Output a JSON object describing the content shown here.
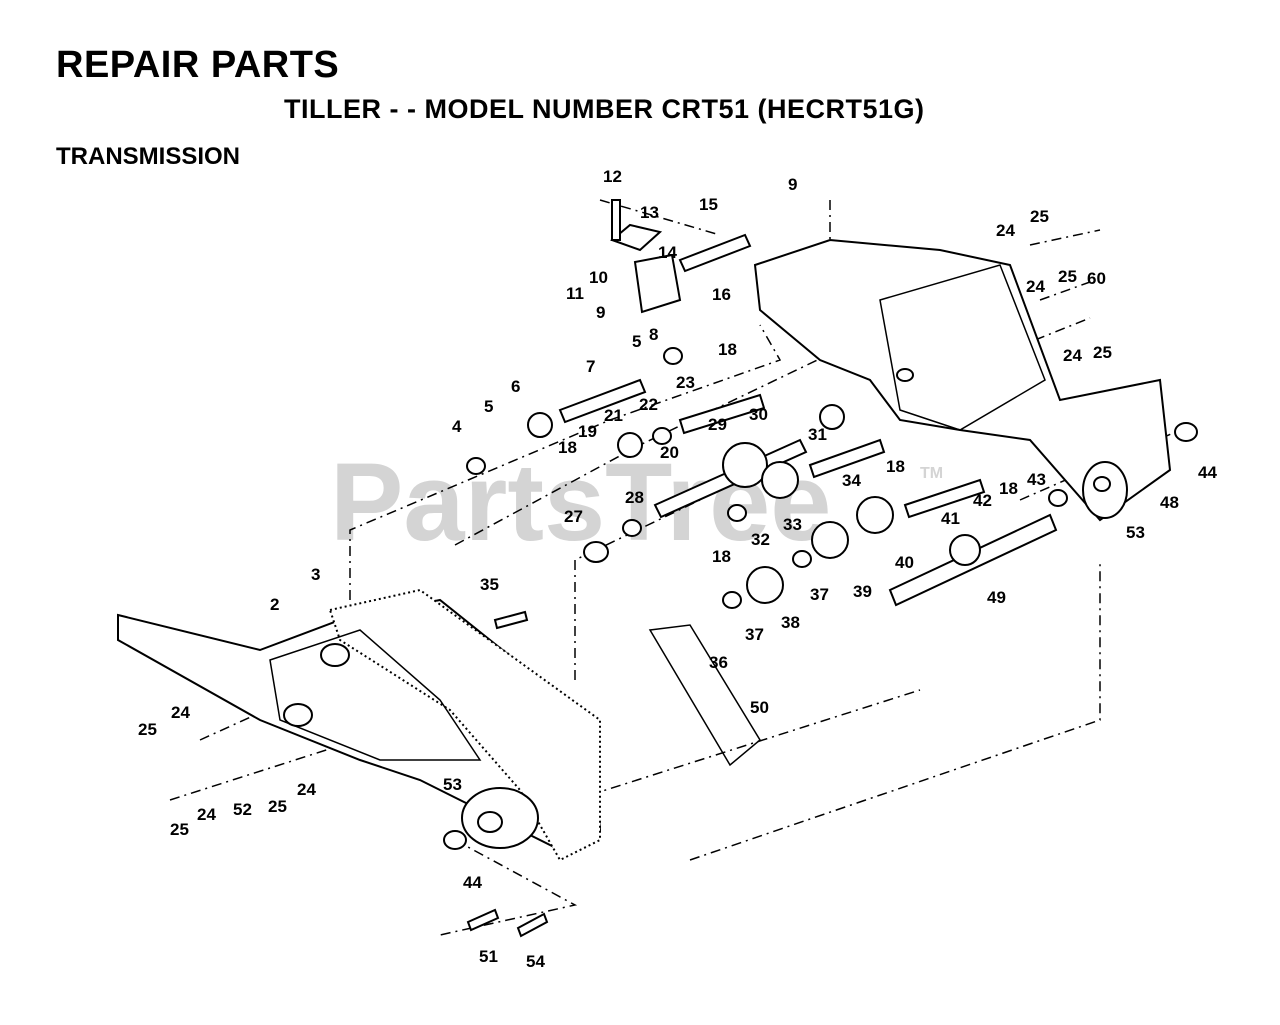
{
  "header": {
    "title": "REPAIR PARTS",
    "subtitle": "TILLER - - MODEL NUMBER CRT51 (HECRT51G)",
    "section": "TRANSMISSION"
  },
  "watermark": {
    "text": "PartsTree",
    "tm": "TM",
    "color": "#d4d4d4"
  },
  "callouts": [
    "12",
    "13",
    "15",
    "9",
    "14",
    "11",
    "10",
    "16",
    "9",
    "8",
    "5",
    "7",
    "18",
    "23",
    "6",
    "5",
    "4",
    "21",
    "22",
    "19",
    "18",
    "20",
    "29",
    "30",
    "31",
    "28",
    "27",
    "18",
    "32",
    "33",
    "34",
    "18",
    "35",
    "3",
    "2",
    "37",
    "38",
    "39",
    "40",
    "41",
    "42",
    "18",
    "43",
    "36",
    "37",
    "49",
    "44",
    "48",
    "53",
    "24",
    "25",
    "24",
    "60",
    "25",
    "24",
    "25",
    "24",
    "25",
    "24",
    "52",
    "25",
    "24",
    "25",
    "53",
    "44",
    "51",
    "54",
    "50"
  ]
}
